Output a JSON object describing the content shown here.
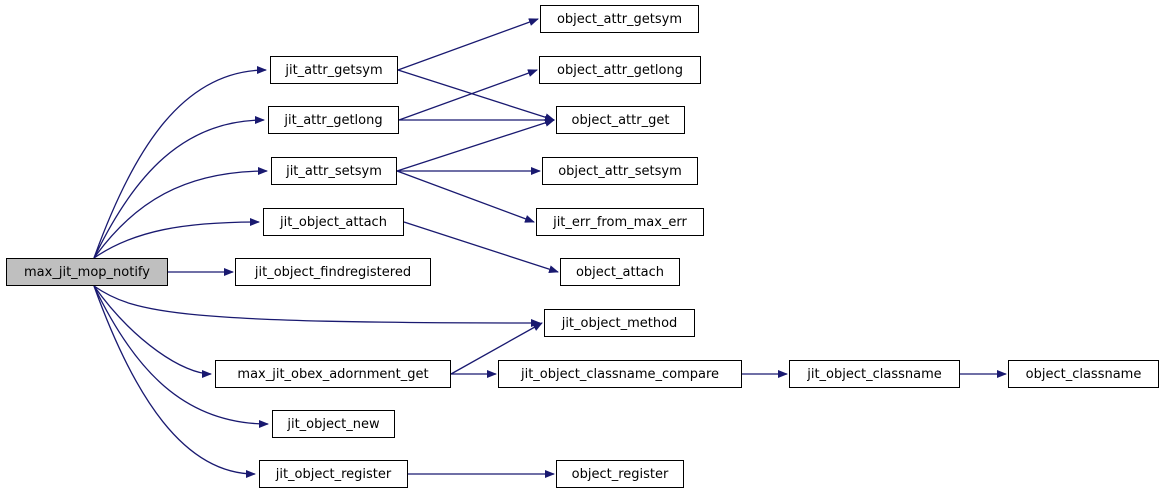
{
  "diagram": {
    "type": "call-graph",
    "edge_color": "#191970",
    "root_fill": "#bfbfbf",
    "nodes": [
      {
        "id": "max_jit_mop_notify",
        "label": "max_jit_mop_notify",
        "root": true
      },
      {
        "id": "jit_attr_getsym",
        "label": "jit_attr_getsym"
      },
      {
        "id": "jit_attr_getlong",
        "label": "jit_attr_getlong"
      },
      {
        "id": "jit_attr_setsym",
        "label": "jit_attr_setsym"
      },
      {
        "id": "jit_object_attach",
        "label": "jit_object_attach"
      },
      {
        "id": "jit_object_findregistered",
        "label": "jit_object_findregistered"
      },
      {
        "id": "jit_object_method",
        "label": "jit_object_method"
      },
      {
        "id": "max_jit_obex_adornment_get",
        "label": "max_jit_obex_adornment_get"
      },
      {
        "id": "jit_object_new",
        "label": "jit_object_new"
      },
      {
        "id": "jit_object_register",
        "label": "jit_object_register"
      },
      {
        "id": "object_attr_getsym",
        "label": "object_attr_getsym"
      },
      {
        "id": "object_attr_getlong",
        "label": "object_attr_getlong"
      },
      {
        "id": "object_attr_get",
        "label": "object_attr_get"
      },
      {
        "id": "object_attr_setsym",
        "label": "object_attr_setsym"
      },
      {
        "id": "jit_err_from_max_err",
        "label": "jit_err_from_max_err"
      },
      {
        "id": "object_attach",
        "label": "object_attach"
      },
      {
        "id": "jit_object_classname_compare",
        "label": "jit_object_classname_compare"
      },
      {
        "id": "jit_object_classname",
        "label": "jit_object_classname"
      },
      {
        "id": "object_classname",
        "label": "object_classname"
      },
      {
        "id": "object_register",
        "label": "object_register"
      }
    ],
    "edges": [
      [
        "max_jit_mop_notify",
        "jit_attr_getsym"
      ],
      [
        "max_jit_mop_notify",
        "jit_attr_getlong"
      ],
      [
        "max_jit_mop_notify",
        "jit_attr_setsym"
      ],
      [
        "max_jit_mop_notify",
        "jit_object_attach"
      ],
      [
        "max_jit_mop_notify",
        "jit_object_findregistered"
      ],
      [
        "max_jit_mop_notify",
        "jit_object_method"
      ],
      [
        "max_jit_mop_notify",
        "max_jit_obex_adornment_get"
      ],
      [
        "max_jit_mop_notify",
        "jit_object_new"
      ],
      [
        "max_jit_mop_notify",
        "jit_object_register"
      ],
      [
        "jit_attr_getsym",
        "object_attr_getsym"
      ],
      [
        "jit_attr_getsym",
        "object_attr_get"
      ],
      [
        "jit_attr_getlong",
        "object_attr_getlong"
      ],
      [
        "jit_attr_getlong",
        "object_attr_get"
      ],
      [
        "jit_attr_setsym",
        "object_attr_get"
      ],
      [
        "jit_attr_setsym",
        "object_attr_setsym"
      ],
      [
        "jit_attr_setsym",
        "jit_err_from_max_err"
      ],
      [
        "jit_object_attach",
        "object_attach"
      ],
      [
        "max_jit_obex_adornment_get",
        "jit_object_method"
      ],
      [
        "max_jit_obex_adornment_get",
        "jit_object_classname_compare"
      ],
      [
        "jit_object_classname_compare",
        "jit_object_classname"
      ],
      [
        "jit_object_classname",
        "object_classname"
      ],
      [
        "jit_object_register",
        "object_register"
      ]
    ]
  }
}
